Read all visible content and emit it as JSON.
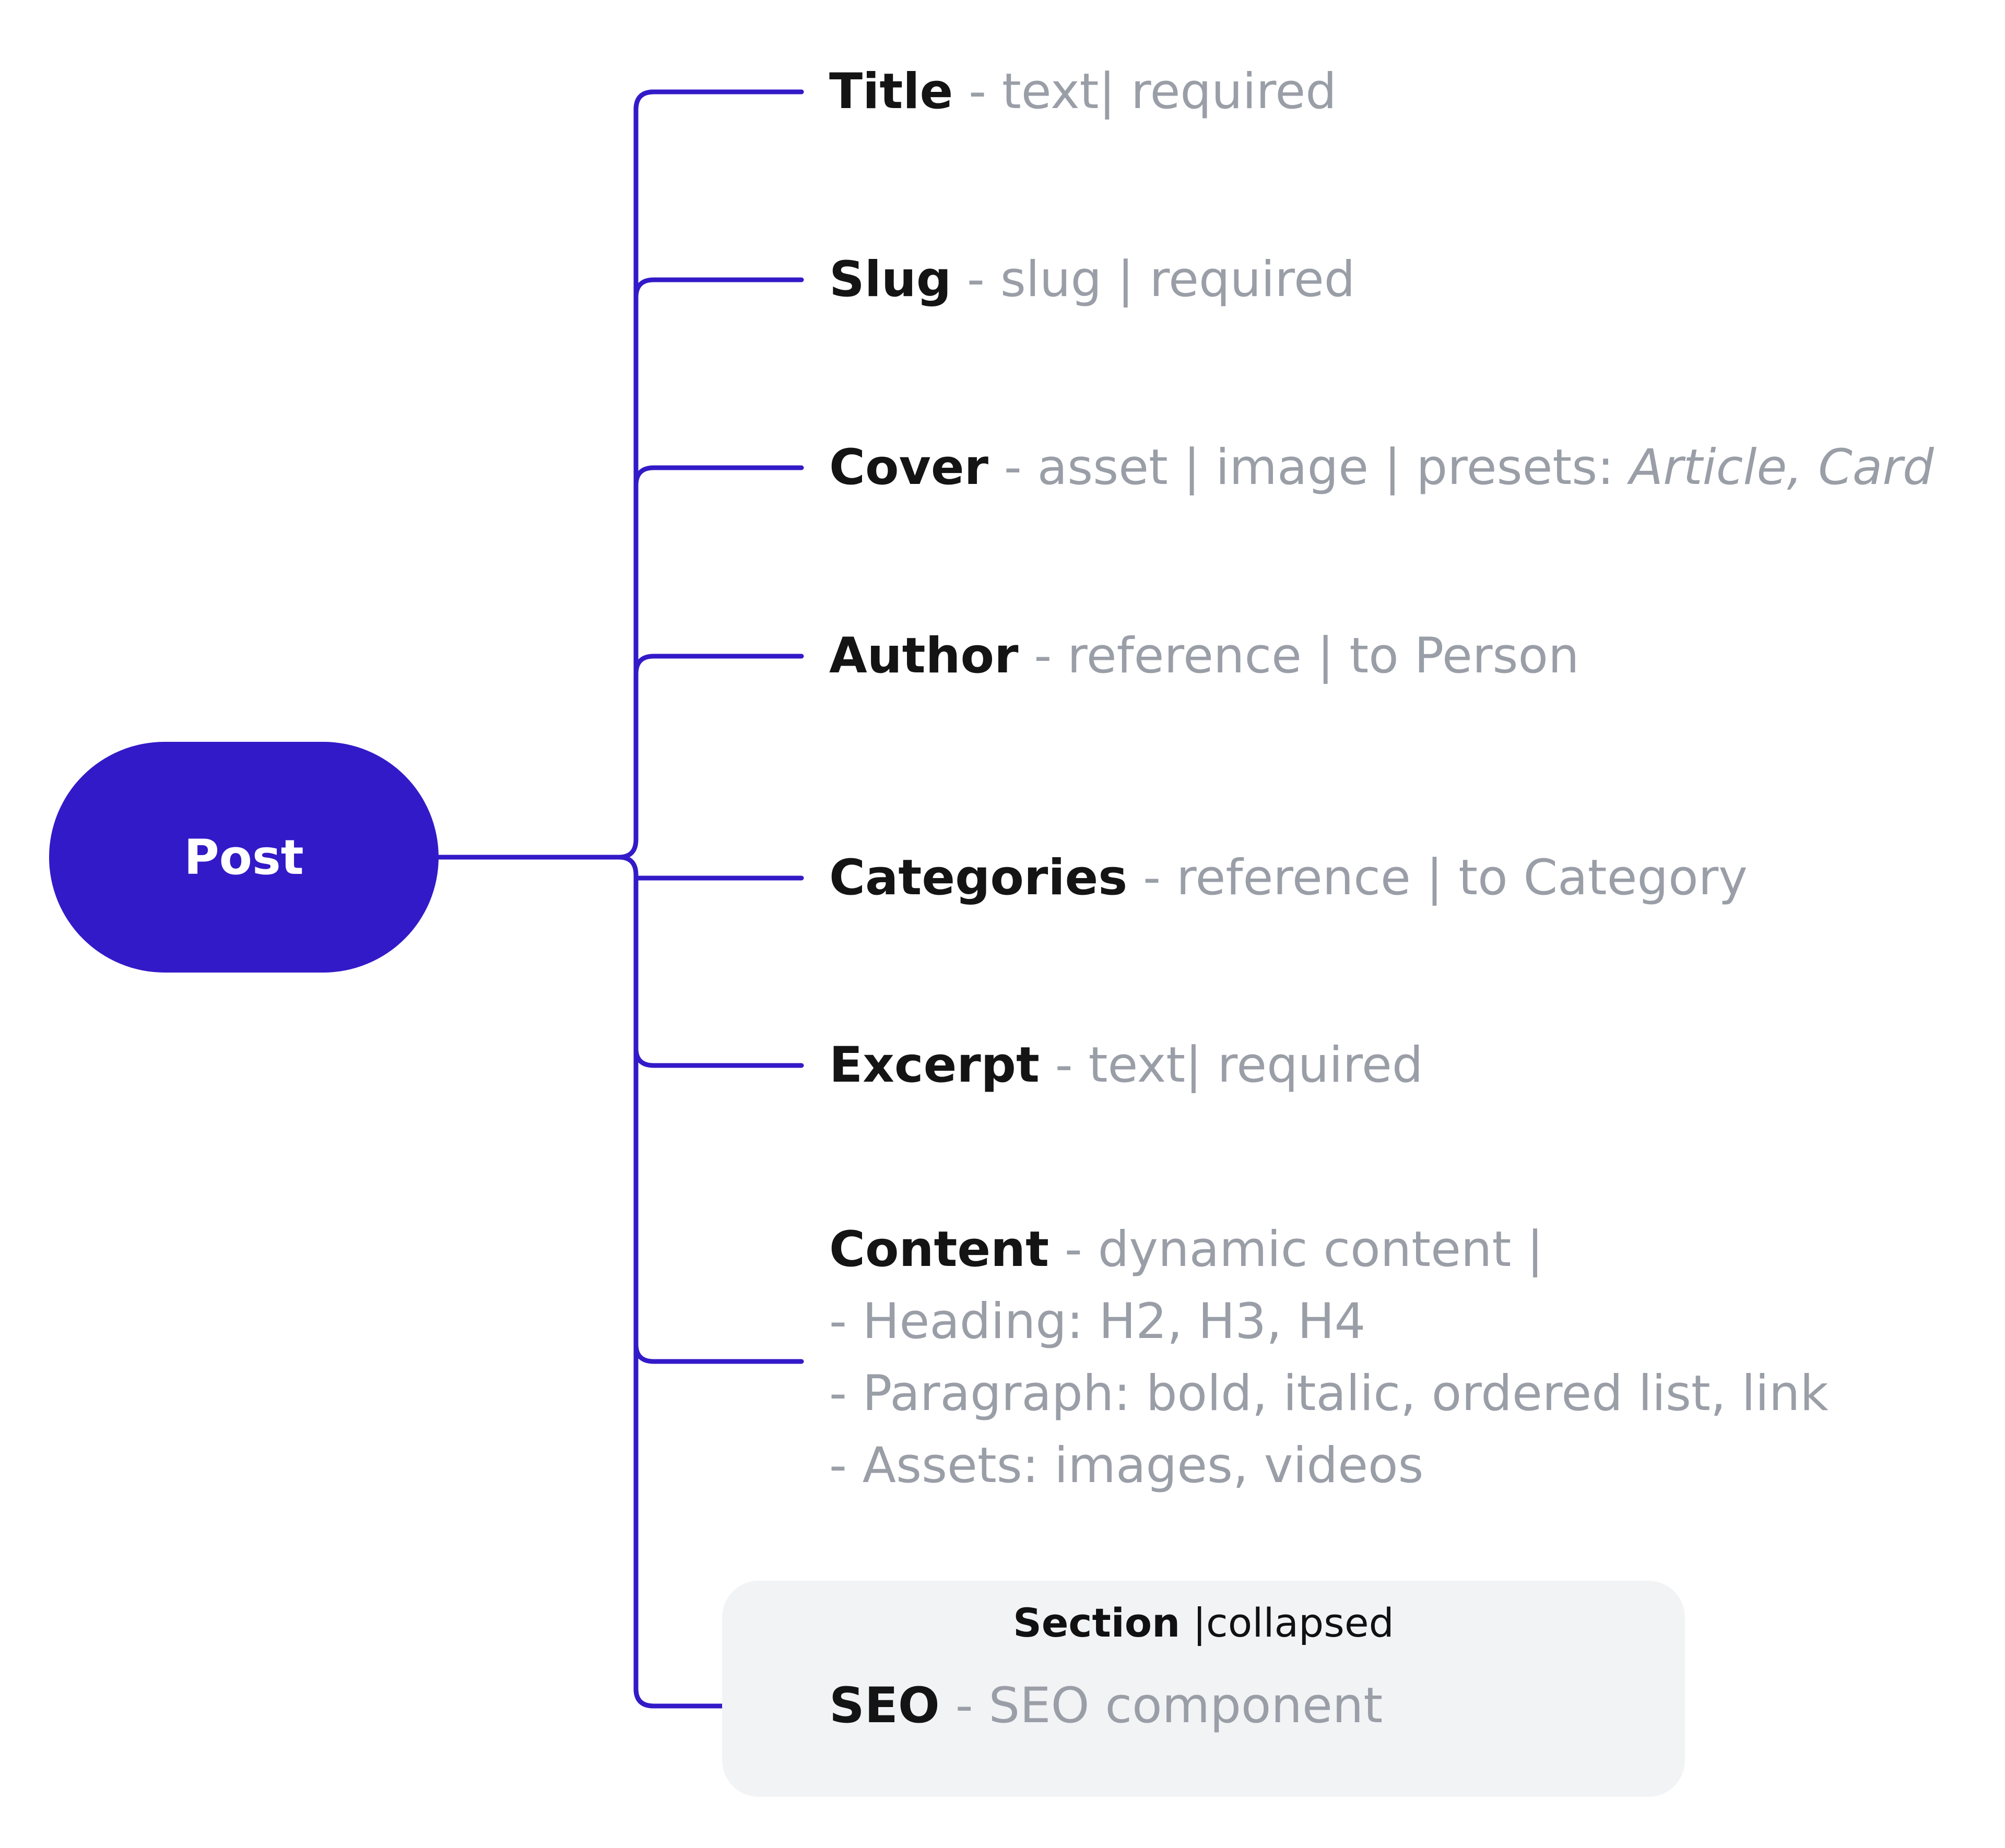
{
  "colors": {
    "accent": "#331ac8",
    "field_name": "#141414",
    "field_detail": "#9a9ea7",
    "section_background": "#f2f3f5"
  },
  "root": {
    "label": "Post"
  },
  "fields": [
    {
      "name": "Title",
      "sep": " - ",
      "detail": "text| required"
    },
    {
      "name": "Slug",
      "sep": " - ",
      "detail": "slug | required"
    },
    {
      "name": "Cover",
      "sep": " - ",
      "detail": "asset | image | presets: ",
      "presets": "Article, Card"
    },
    {
      "name": "Author",
      "sep": " - ",
      "detail": "reference | to Person"
    },
    {
      "name": "Categories",
      "sep": " - ",
      "detail": "reference | to Category"
    },
    {
      "name": "Excerpt",
      "sep": " - ",
      "detail": "text| required"
    },
    {
      "name": "Content",
      "sep": " - ",
      "detail": "dynamic content |",
      "lines": [
        "- Heading: H2, H3, H4",
        "- Paragraph: bold, italic, ordered list, link",
        "- Assets: images, videos"
      ]
    },
    {
      "name": "SEO",
      "sep": " - ",
      "detail": "SEO component"
    }
  ],
  "section": {
    "name": "Section",
    "detail": " |collapsed"
  }
}
